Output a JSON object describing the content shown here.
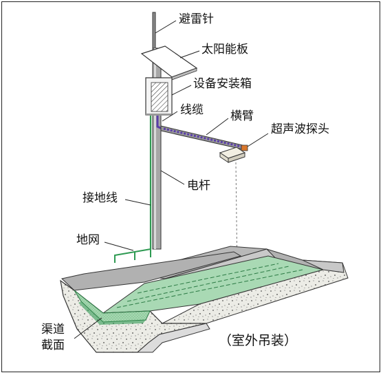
{
  "labels": {
    "lightning_rod": "避雷针",
    "solar_panel": "太阳能板",
    "equipment_box": "设备安装箱",
    "cable": "线缆",
    "cross_arm": "横臂",
    "ultrasonic_probe": "超声波探头",
    "pole": "电杆",
    "ground_wire": "接地线",
    "ground_grid": "地网",
    "channel_section_line1": "渠道",
    "channel_section_line2": "截面",
    "caption": "（室外吊装）"
  },
  "colors": {
    "green_wire": "#2e9a52",
    "cable_purple": "#5a3ea8",
    "probe_orange": "#d9772b",
    "channel_green": "#a9d9b4",
    "concrete": "#e8e8e2",
    "top_gray": "#b7b7b7"
  }
}
